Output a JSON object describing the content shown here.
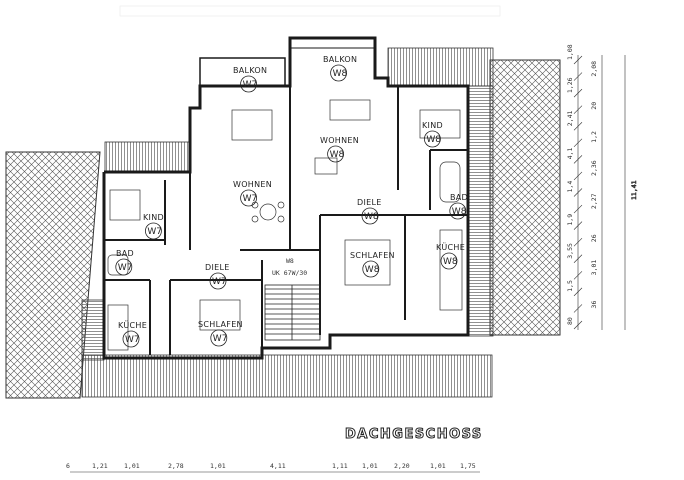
{
  "plan": {
    "title": "DACHGESCHOSS",
    "rooms": [
      {
        "id": "balkon-w7",
        "name": "BALKON",
        "unit": "W7"
      },
      {
        "id": "balkon-w8",
        "name": "BALKON",
        "unit": "W8"
      },
      {
        "id": "wohnen-w8",
        "name": "WOHNEN",
        "unit": "W8"
      },
      {
        "id": "kind-w8",
        "name": "KIND",
        "unit": "W8"
      },
      {
        "id": "wohnen-w7",
        "name": "WOHNEN",
        "unit": "W7"
      },
      {
        "id": "kind-w7",
        "name": "KIND",
        "unit": "W7"
      },
      {
        "id": "bad-w8",
        "name": "BAD",
        "unit": "W8"
      },
      {
        "id": "diele-w8",
        "name": "DIELE",
        "unit": "W8"
      },
      {
        "id": "bad-w7",
        "name": "BAD",
        "unit": "W7"
      },
      {
        "id": "diele-w7",
        "name": "DIELE",
        "unit": "W7"
      },
      {
        "id": "schlafen-w8",
        "name": "SCHLAFEN",
        "unit": "W8"
      },
      {
        "id": "kuche-w8",
        "name": "KÜCHE",
        "unit": "W8"
      },
      {
        "id": "schlafen-w7",
        "name": "SCHLAFEN",
        "unit": "W7"
      },
      {
        "id": "kuche-w7",
        "name": "KÜCHE",
        "unit": "W7"
      }
    ],
    "stair_labels": [
      "W8",
      "UK 67W/30"
    ],
    "right_dims": [
      "1,08",
      "2,08",
      "1,26",
      "20",
      "2,41",
      "1,2",
      "4,1",
      "2,36",
      "1,4",
      "2,27",
      "1,9",
      "26",
      "3,55",
      "3,01",
      "1,5",
      "36",
      "80"
    ],
    "right_total": "11,41",
    "bottom_dims": [
      "6",
      "1,21",
      "1,01",
      "2,78",
      "1,01",
      "4,11",
      "1,11",
      "1,01",
      "2,20",
      "1,01",
      "1,75"
    ]
  }
}
